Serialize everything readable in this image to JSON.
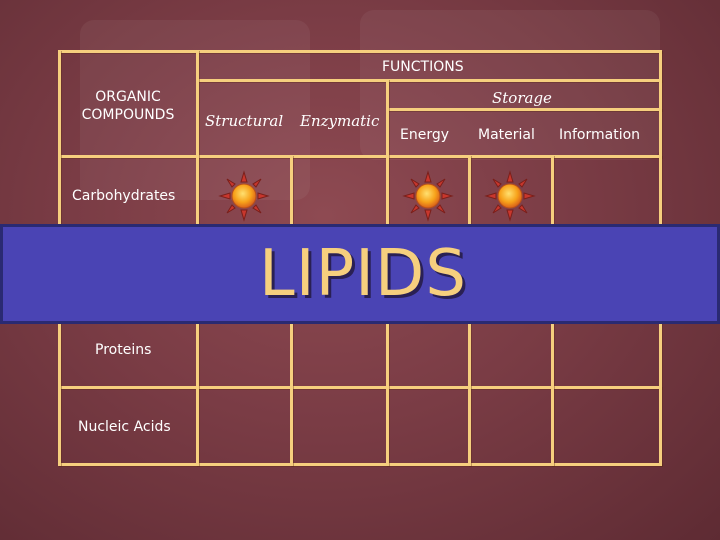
{
  "table": {
    "functions_header": "FUNCTIONS",
    "compounds_header": "ORGANIC\nCOMPOUNDS",
    "storage_header": "Storage",
    "columns": {
      "structural": "Structural",
      "enzymatic": "Enzymatic",
      "energy": "Energy",
      "material": "Material",
      "information": "Information"
    },
    "rows": {
      "carbohydrates": "Carbohydrates",
      "proteins": "Proteins",
      "nucleic_acids": "Nucleic Acids"
    }
  },
  "banner": {
    "title": "LIPIDS"
  },
  "colors": {
    "grid_line": "#f6cf7e",
    "banner_bg": "#4a44b4",
    "banner_text": "#f6cf7e",
    "background": "#7a3c45"
  },
  "icons": {
    "marker": "sun-icon"
  }
}
